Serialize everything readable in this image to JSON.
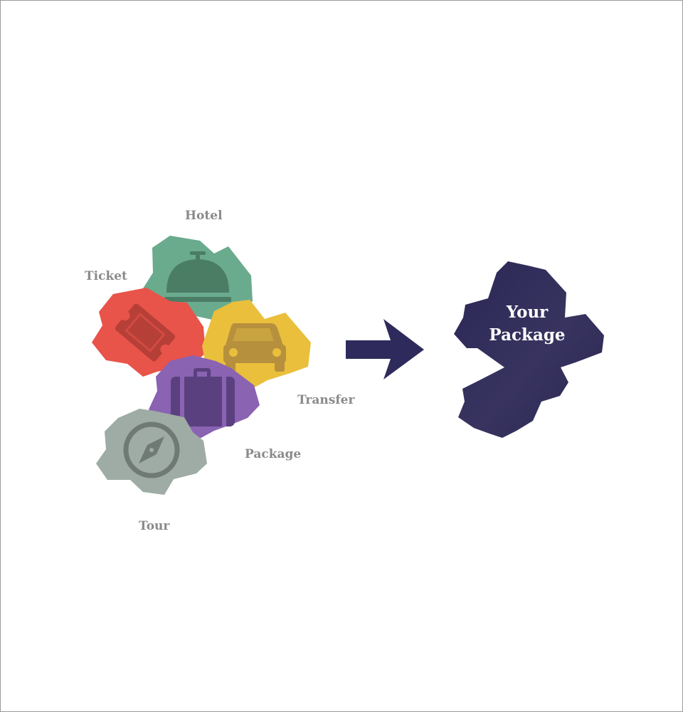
{
  "items": {
    "hotel": {
      "label": "Hotel",
      "color": "#6aab8e",
      "icon": "service-bell-icon"
    },
    "ticket": {
      "label": "Ticket",
      "color": "#e8534a",
      "icon": "ticket-icon"
    },
    "transfer": {
      "label": "Transfer",
      "color": "#eabf3c",
      "icon": "car-icon"
    },
    "package": {
      "label": "Package",
      "color": "#8a63b3",
      "icon": "suitcase-icon"
    },
    "tour": {
      "label": "Tour",
      "color": "#9eaca5",
      "icon": "compass-icon"
    }
  },
  "arrow": {
    "color": "#2e2b5c",
    "icon": "arrow-right-icon"
  },
  "result": {
    "line1": "Your",
    "line2": "Package",
    "color": "#2e2858"
  }
}
